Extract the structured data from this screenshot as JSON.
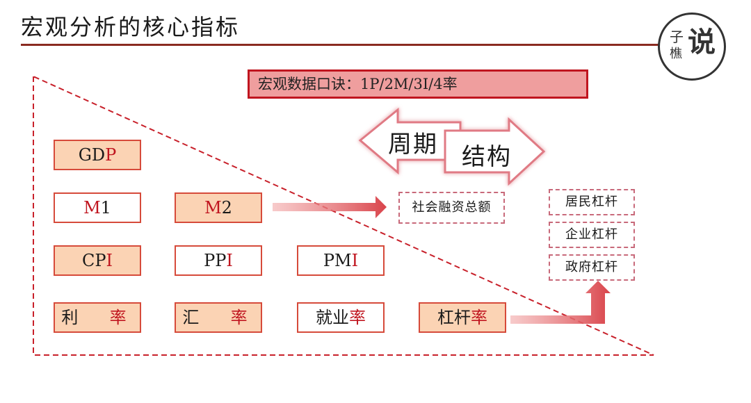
{
  "title": "宏观分析的核心指标",
  "logo": {
    "line1": "子",
    "line2": "樵",
    "mark": "说"
  },
  "banner": "宏观数据口诀：1P/2M/3I/4率",
  "cycle_arrow": {
    "left_label": "周期",
    "right_label": "结构"
  },
  "indicators": {
    "gdp": {
      "base": "GD",
      "accent": "P"
    },
    "m1": {
      "accent": "M",
      "base": "1"
    },
    "m2": {
      "accent": "M",
      "base": "2"
    },
    "cpi": {
      "base": "CP",
      "accent": "I"
    },
    "ppi": {
      "base": "PP",
      "accent": "I"
    },
    "pmi": {
      "base": "PM",
      "accent": "I"
    },
    "interest": {
      "base": "利",
      "accent": "率"
    },
    "fx": {
      "base": "汇",
      "accent": "率"
    },
    "employment": {
      "base": "就业",
      "accent": "率"
    },
    "leverage": {
      "base": "杠杆",
      "accent": "率"
    }
  },
  "social_financing": "社会融资总额",
  "leverage_types": [
    "居民杠杆",
    "企业杠杆",
    "政府杠杆"
  ],
  "colors": {
    "accent": "#c0151f",
    "fill": "#fbd3b4",
    "border": "#d64a3a",
    "rule": "#8a2a20"
  }
}
